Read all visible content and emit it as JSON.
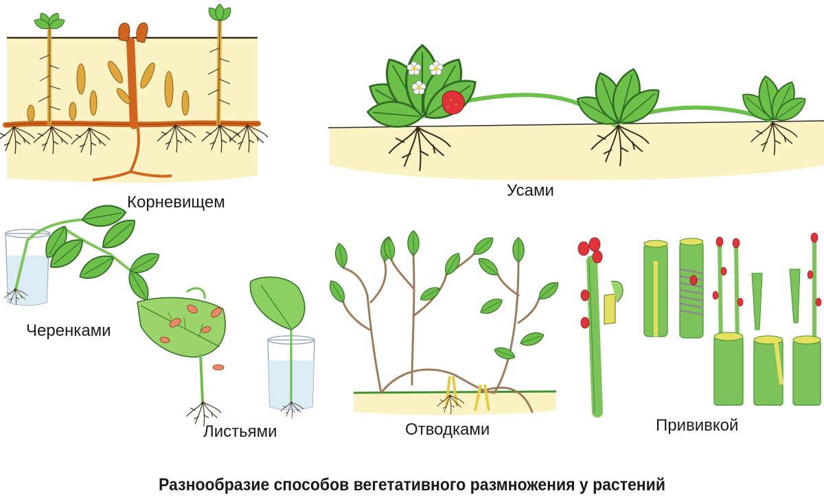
{
  "labels": {
    "rhizome": "Корневищем",
    "runners": "Усами",
    "cuttings": "Черенками",
    "leaves": "Листьями",
    "layering": "Отводками",
    "grafting": "Прививкой"
  },
  "caption": "Разнообразие способов вегетативного размножения у растений",
  "colors": {
    "soil": "#fbf3c4",
    "leaf": "#6cc04a",
    "leaf_dark": "#3f8f2f",
    "root": "#3a2a1a",
    "rhizome": "#d2651e",
    "tuber": "#e0a73a",
    "stem_green": "#7cc35a",
    "berry": "#e2333a",
    "water": "#dcecf4",
    "branch": "#9b7b5a"
  }
}
